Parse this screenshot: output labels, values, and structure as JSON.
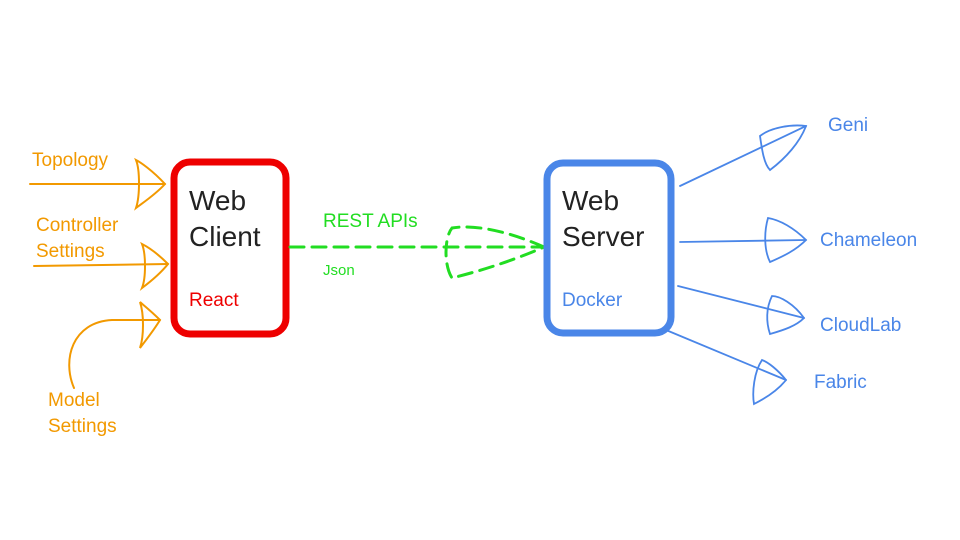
{
  "inputs": {
    "topology": "Topology",
    "controller_settings": [
      "Controller",
      "Settings"
    ],
    "model_settings": [
      "Model",
      "Settings"
    ]
  },
  "client": {
    "title": [
      "Web",
      "Client"
    ],
    "tech": "React"
  },
  "link": {
    "label": "REST APIs",
    "format": "Json"
  },
  "server": {
    "title": [
      "Web",
      "Server"
    ],
    "tech": "Docker"
  },
  "targets": [
    "Geni",
    "Chameleon",
    "CloudLab",
    "Fabric"
  ],
  "colors": {
    "input_arrows": "#f29900",
    "client_box": "#ee0000",
    "api_link": "#22dd22",
    "server_box": "#4a86e8",
    "target_arrows": "#4a86e8"
  }
}
